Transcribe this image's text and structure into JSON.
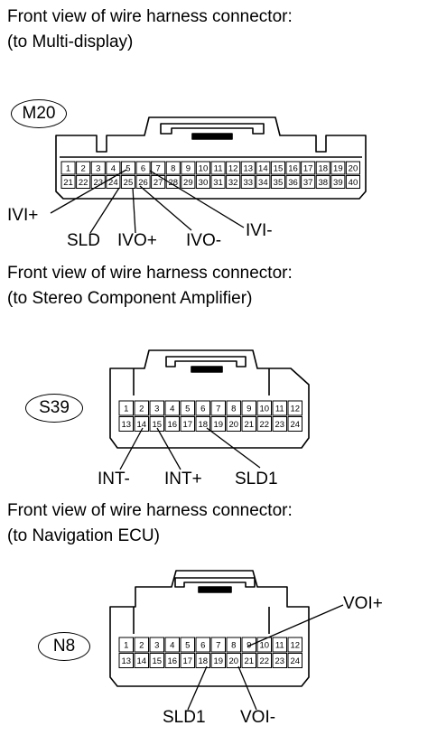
{
  "connectors": [
    {
      "heading": [
        "Front view of wire harness connector:",
        "(to Multi-display)"
      ],
      "id": "M20",
      "pins_row1": [
        "1",
        "2",
        "3",
        "4",
        "5",
        "6",
        "7",
        "8",
        "9",
        "10",
        "11",
        "12",
        "13",
        "14",
        "15",
        "16",
        "17",
        "18",
        "19",
        "20"
      ],
      "pins_row2": [
        "21",
        "22",
        "23",
        "24",
        "25",
        "26",
        "27",
        "28",
        "29",
        "30",
        "31",
        "32",
        "33",
        "34",
        "35",
        "36",
        "37",
        "38",
        "39",
        "40"
      ],
      "labels": [
        "IVI+",
        "SLD",
        "IVO+",
        "IVO-",
        "IVI-"
      ]
    },
    {
      "heading": [
        "Front view of wire harness connector:",
        "(to Stereo Component Amplifier)"
      ],
      "id": "S39",
      "pins_row1": [
        "1",
        "2",
        "3",
        "4",
        "5",
        "6",
        "7",
        "8",
        "9",
        "10",
        "11",
        "12"
      ],
      "pins_row2": [
        "13",
        "14",
        "15",
        "16",
        "17",
        "18",
        "19",
        "20",
        "21",
        "22",
        "23",
        "24"
      ],
      "labels": [
        "INT-",
        "INT+",
        "SLD1"
      ]
    },
    {
      "heading": [
        "Front view of wire harness connector:",
        "(to Navigation ECU)"
      ],
      "id": "N8",
      "pins_row1": [
        "1",
        "2",
        "3",
        "4",
        "5",
        "6",
        "7",
        "8",
        "9",
        "10",
        "11",
        "12"
      ],
      "pins_row2": [
        "13",
        "14",
        "15",
        "16",
        "17",
        "18",
        "19",
        "20",
        "21",
        "22",
        "23",
        "24"
      ],
      "labels": [
        "VOI+",
        "SLD1",
        "VOI-"
      ]
    }
  ]
}
